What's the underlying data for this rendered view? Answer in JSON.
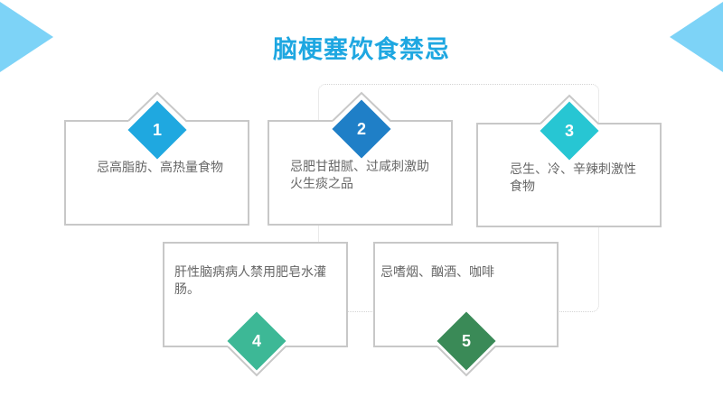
{
  "title": "脑梗塞饮食禁忌",
  "colors": {
    "title": "#1ea7e1",
    "corner_triangle": "#7dd3f7",
    "card_border": "#c8c8c8",
    "text": "#666666"
  },
  "cards": [
    {
      "number": "1",
      "text": "忌高脂肪、高热量食物",
      "color": "#1fa8e0"
    },
    {
      "number": "2",
      "text": "忌肥甘甜腻、过咸刺激助火生痰之品",
      "color": "#1f7fc7"
    },
    {
      "number": "3",
      "text": "忌生、冷、辛辣刺激性食物",
      "color": "#27c6d3"
    },
    {
      "number": "4",
      "text": "肝性脑病病人禁用肥皂水灌肠。",
      "color": "#3db896"
    },
    {
      "number": "5",
      "text": "忌嗜烟、酗酒、咖啡",
      "color": "#3a8a57"
    }
  ]
}
